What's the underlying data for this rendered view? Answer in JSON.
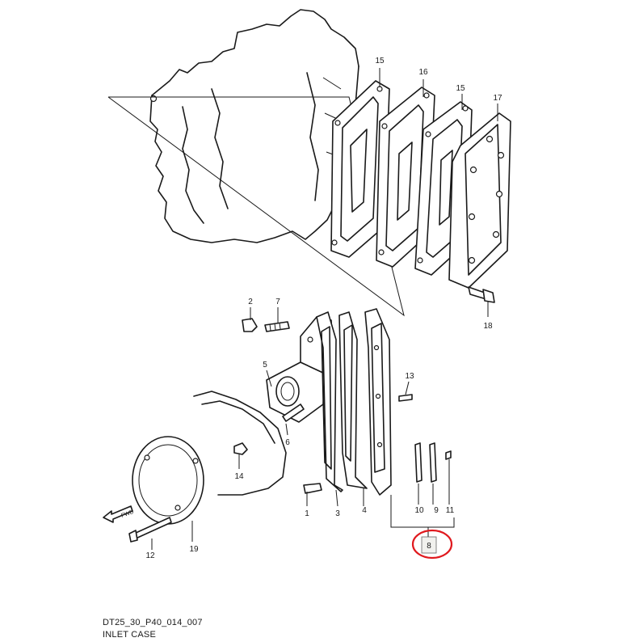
{
  "diagram": {
    "code": "DT25_30_P40_014_007",
    "title": "INLET CASE",
    "fwd_label": "FWD",
    "highlighted_callout": "8",
    "callouts": [
      "1",
      "2",
      "3",
      "4",
      "5",
      "6",
      "7",
      "8",
      "9",
      "10",
      "11",
      "12",
      "13",
      "14",
      "15",
      "15",
      "16",
      "17",
      "18",
      "19"
    ]
  }
}
